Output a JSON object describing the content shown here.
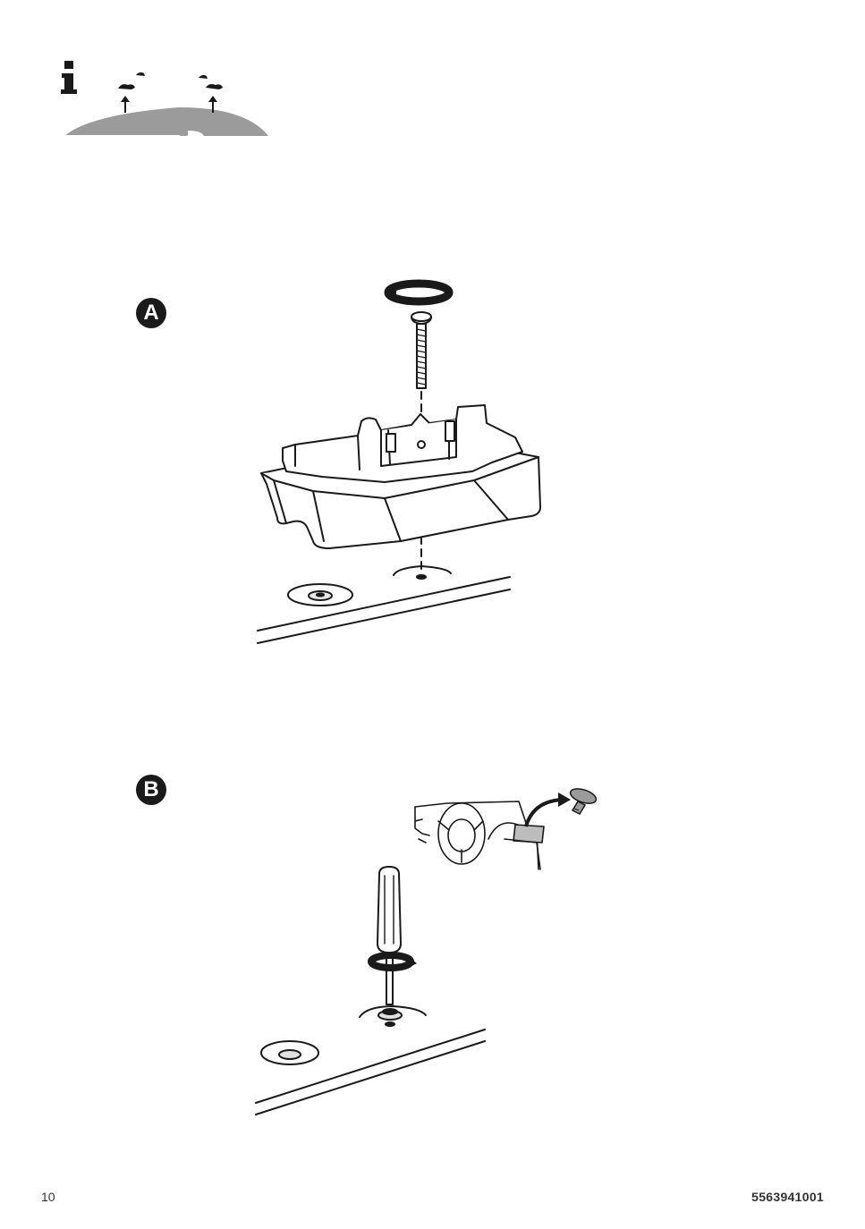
{
  "info": {
    "icon": "info-icon"
  },
  "steps": [
    {
      "label": "A"
    },
    {
      "label": "B"
    }
  ],
  "footer": {
    "page_number": "10",
    "document_number": "5563941001"
  },
  "colors": {
    "ink": "#1a1a1a",
    "roof_gray": "#9b9b9b"
  }
}
